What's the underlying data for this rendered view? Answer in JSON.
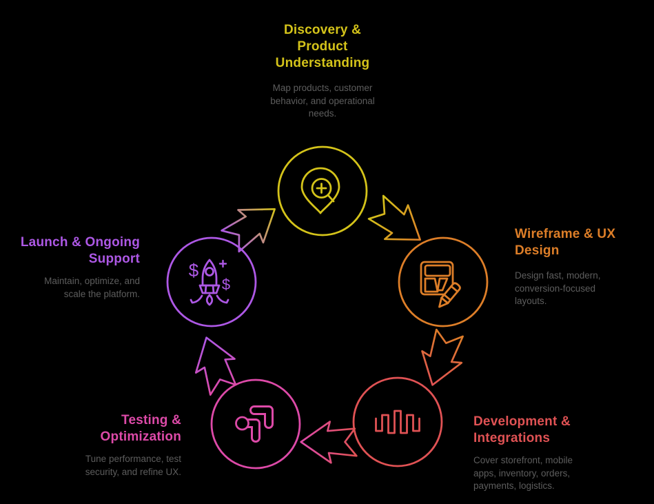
{
  "background_color": "#000000",
  "description_color": "#5d5d5d",
  "flow_direction": "clockwise",
  "stages": [
    {
      "id": "discovery",
      "title": "Discovery &\nProduct\nUnderstanding",
      "description": "Map products, customer\nbehavior, and operational\nneeds.",
      "color": "#d4c31a",
      "icon": "map-pin-zoom-icon"
    },
    {
      "id": "wireframe",
      "title": "Wireframe & UX\nDesign",
      "description": "Design fast, modern,\nconversion-focused\nlayouts.",
      "color": "#dd7e28",
      "icon": "wireframe-pencil-icon"
    },
    {
      "id": "development",
      "title": "Development &\nIntegrations",
      "description": "Cover storefront, mobile\napps, inventory, orders,\npayments, logistics.",
      "color": "#e05254",
      "icon": "waveform-icon"
    },
    {
      "id": "testing",
      "title": "Testing &\nOptimization",
      "description": "Tune performance, test\nsecurity, and refine UX.",
      "color": "#dd4aa8",
      "icon": "optimize-corners-icon"
    },
    {
      "id": "launch",
      "title": "Launch & Ongoing\nSupport",
      "description": "Maintain, optimize, and\nscale the platform.",
      "color": "#ad58e5",
      "icon": "rocket-dollars-icon",
      "dollar_sign": "$"
    }
  ]
}
